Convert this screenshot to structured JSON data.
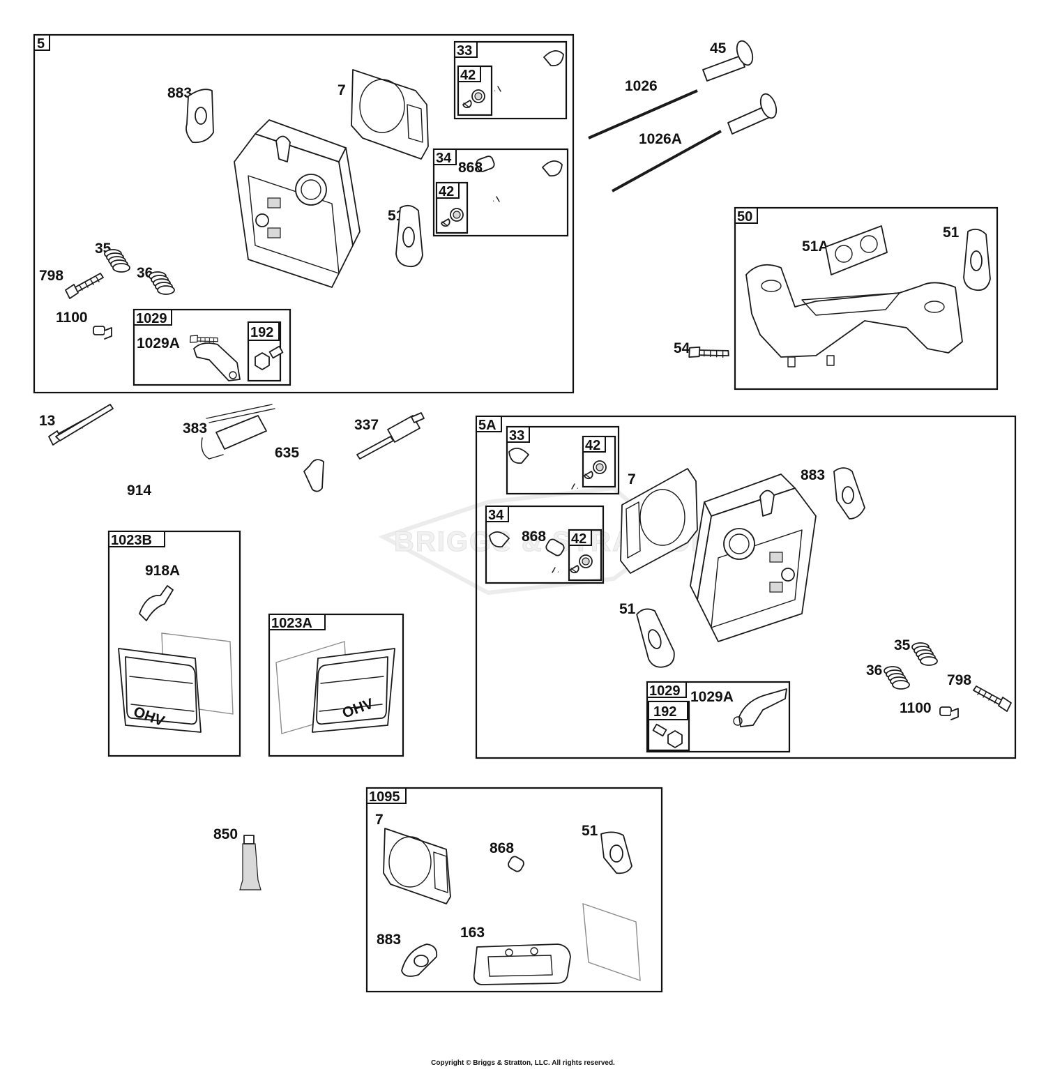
{
  "watermark": "BRIGGS & STRATTON",
  "copyright": "Copyright © Briggs & Stratton, LLC. All rights reserved.",
  "boxes": {
    "b5": "5",
    "b33a": "33",
    "b42a": "42",
    "b34a": "34",
    "b42b": "42",
    "b1029a": "1029",
    "b192a": "192",
    "b50": "50",
    "b5a": "5A",
    "b33b": "33",
    "b42c": "42",
    "b34b": "34",
    "b42d": "42",
    "b1029b": "1029",
    "b192b": "192",
    "b1023b": "1023B",
    "b1023a": "1023A",
    "b1095": "1095"
  },
  "labels": {
    "p883a": "883",
    "p7a": "7",
    "p868a": "868",
    "p51a": "51",
    "p35a": "35",
    "p798a": "798",
    "p36a": "36",
    "p1100a": "1100",
    "p1029Aa": "1029A",
    "p45": "45",
    "p1026": "1026",
    "p1026A": "1026A",
    "p51Ab": "51A",
    "p51b": "51",
    "p54": "54",
    "p13": "13",
    "p383": "383",
    "p337": "337",
    "p635": "635",
    "p914": "914",
    "p7b": "7",
    "p883b": "883",
    "p868b": "868",
    "p51c": "51",
    "p35b": "35",
    "p36b": "36",
    "p798b": "798",
    "p1100b": "1100",
    "p1029Ab": "1029A",
    "p918A": "918A",
    "p850": "850",
    "p7c": "7",
    "p868c": "868",
    "p51d": "51",
    "p883c": "883",
    "p163": "163"
  },
  "cover_text": "OHV"
}
